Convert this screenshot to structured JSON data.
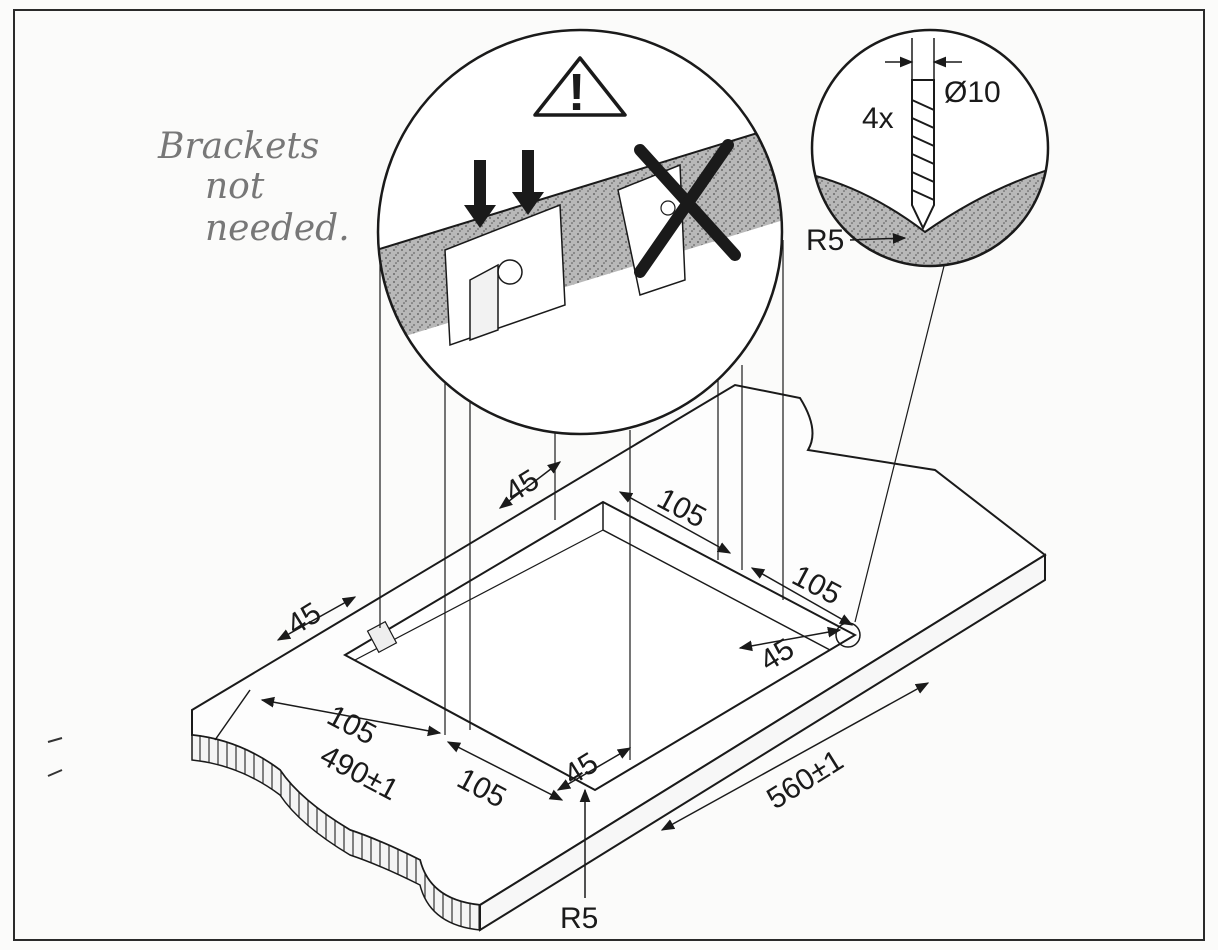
{
  "note": {
    "line1": "Brackets",
    "line2": "not",
    "line3": "needed."
  },
  "warning_mark": "!",
  "screw_detail": {
    "count": "4x",
    "diameter": "Ø10",
    "radius": "R5"
  },
  "dimensions": {
    "back_margin": "45",
    "left_margin": "45",
    "right_margin": "45",
    "front_margin": "45",
    "top_right_105": "105",
    "right_105": "105",
    "front_105_a": "105",
    "front_105_b": "105",
    "depth": "490±1",
    "width": "560±1",
    "corner_radius": "R5"
  },
  "colors": {
    "ink": "#1a1a1a",
    "paper": "#fbfbfa",
    "pencil": "#777777"
  }
}
